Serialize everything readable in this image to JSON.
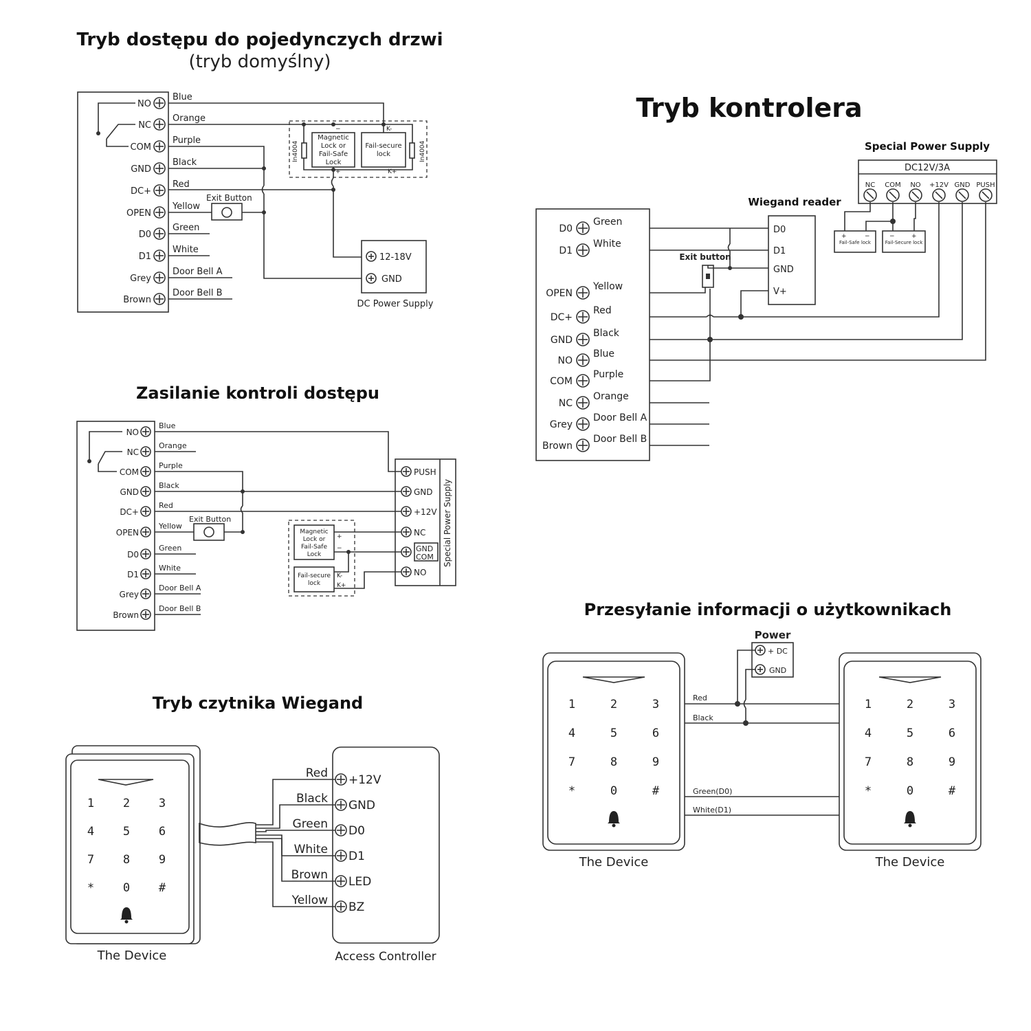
{
  "titles": {
    "single_door": "Tryb dostępu do pojedynczych drzwi",
    "single_door_sub": "(tryb domyślny)",
    "controller": "Tryb kontrolera",
    "power_control": "Zasilanie kontroli dostępu",
    "wiegand_reader": "Tryb czytnika Wiegand",
    "transfer": "Przesyłanie informacji o użytkownikach"
  },
  "terminals_full": [
    "NO",
    "NC",
    "COM",
    "GND",
    "DC+",
    "OPEN",
    "D0",
    "D1",
    "Grey",
    "Brown"
  ],
  "wires_full": [
    "Blue",
    "Orange",
    "Purple",
    "Black",
    "Red",
    "Yellow",
    "Green",
    "White",
    "Door Bell A",
    "Door Bell B"
  ],
  "terminals_ctrl": [
    "D0",
    "D1",
    "OPEN",
    "DC+",
    "GND",
    "NO",
    "COM",
    "NC",
    "Grey",
    "Brown"
  ],
  "wires_ctrl": [
    "Green",
    "White",
    "Yellow",
    "Red",
    "Black",
    "Blue",
    "Purple",
    "Orange",
    "Door Bell A",
    "Door Bell B"
  ],
  "labels": {
    "exit_button": "Exit Button",
    "exit_button_lc": "Exit button",
    "mag_lock": [
      "Magnetic",
      "Lock or",
      "Fail-Safe",
      "Lock"
    ],
    "fail_secure": [
      "Fail-secure",
      "lock"
    ],
    "diode": "In4004",
    "k_minus": "K-",
    "k_plus": "K+",
    "plus": "+",
    "minus": "−",
    "v12_18": "12-18V",
    "gnd": "GND",
    "dc_power_supply": "DC Power Supply",
    "special_power_supply": "Special Power Supply",
    "dc12v3a": "DC12V/3A",
    "sps_terms": [
      "NC",
      "COM",
      "NO",
      "+12V",
      "GND",
      "PUSH"
    ],
    "sps_side_terms": [
      "PUSH",
      "GND",
      "+12V",
      "NC",
      "GND",
      "COM",
      "NO"
    ],
    "wiegand_reader": "Wiegand reader",
    "wiegand_terms": [
      "D0",
      "D1",
      "GND",
      "V+"
    ],
    "fail_safe_small": "Fail-Safe lock",
    "fail_secure_small": "Fail-Secure lock",
    "controller_terms": [
      "+12V",
      "GND",
      "D0",
      "D1",
      "LED",
      "BZ"
    ],
    "controller_wires": [
      "Red",
      "Black",
      "Green",
      "White",
      "Brown",
      "Yellow"
    ],
    "access_controller": "Access Controller",
    "the_device": "The Device",
    "power": "Power",
    "plus_dc": "+ DC",
    "red": "Red",
    "black": "Black",
    "green_d0": "Green(D0)",
    "white_d1": "White(D1)"
  },
  "keypad": [
    "1",
    "2",
    "3",
    "4",
    "5",
    "6",
    "7",
    "8",
    "9",
    "*",
    "0",
    "#"
  ]
}
